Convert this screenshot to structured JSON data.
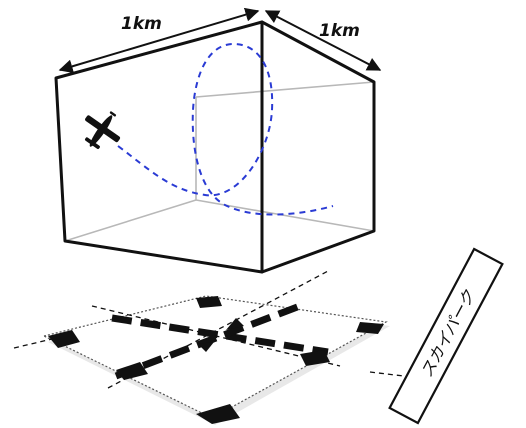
{
  "labels": {
    "width_dimension": "1km",
    "depth_dimension": "1km",
    "sign_text": "スカイパーク"
  },
  "colors": {
    "background": "#ffffff",
    "box_outline": "#111111",
    "hidden_edges": "#b8b8b8",
    "flight_path": "#2a3bd4",
    "field_marks": "#111111",
    "field_base": "#e8e8e8"
  },
  "icons": {
    "aircraft": "airplane-icon",
    "arrows": "double-headed-arrow"
  }
}
